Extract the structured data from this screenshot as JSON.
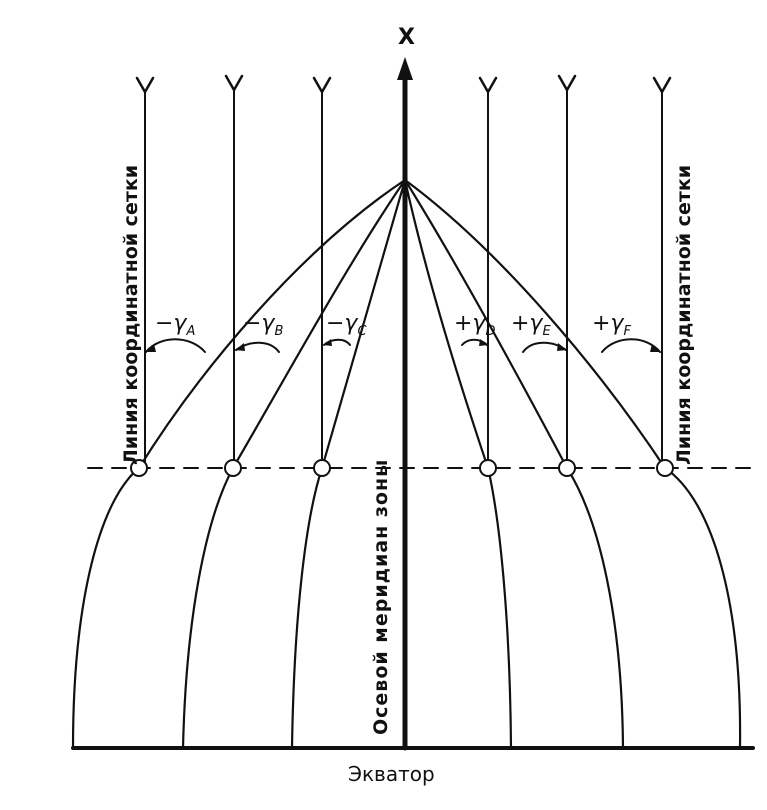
{
  "diagram": {
    "axis_label": "X",
    "equator_label": "Экватор",
    "axial_meridian_label": "Осевой меридиан зоны",
    "grid_line_label_left": "Линия координатной сетки",
    "grid_line_label_right": "Линия координатной сетки",
    "angles": [
      {
        "label": "−γ",
        "sub": "A"
      },
      {
        "label": "−γ",
        "sub": "B"
      },
      {
        "label": "−γ",
        "sub": "C"
      },
      {
        "label": "+γ",
        "sub": "D"
      },
      {
        "label": "+γ",
        "sub": "E"
      },
      {
        "label": "+γ",
        "sub": "F"
      }
    ]
  }
}
